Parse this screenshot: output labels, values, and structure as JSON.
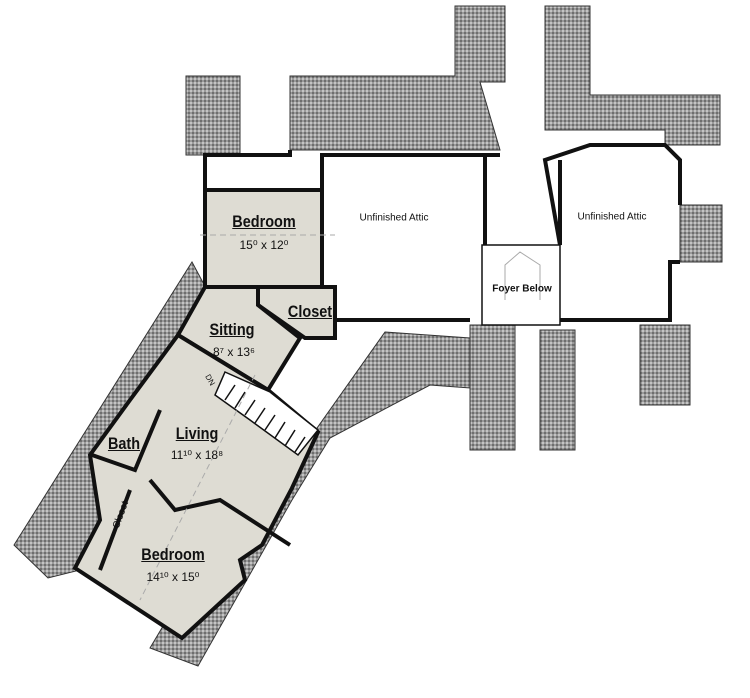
{
  "colors": {
    "room_fill": "#dedcd3",
    "roof_fill": "#8d8d8d",
    "wall": "#111111"
  },
  "rooms": [
    {
      "name": "Bedroom",
      "dims": "15⁰ x 12⁰"
    },
    {
      "name": "Closet"
    },
    {
      "name": "Sitting",
      "dims": "8⁷ x 13⁶"
    },
    {
      "name": "Living",
      "dims": "11¹⁰ x 18⁸"
    },
    {
      "name": "Bath"
    },
    {
      "name": "Closet"
    },
    {
      "name": "Bedroom",
      "dims": "14¹⁰ x 15⁰"
    }
  ],
  "areas": [
    "Unfinished Attic",
    "Unfinished Attic",
    "Foyer Below"
  ],
  "stair_label": "DN"
}
